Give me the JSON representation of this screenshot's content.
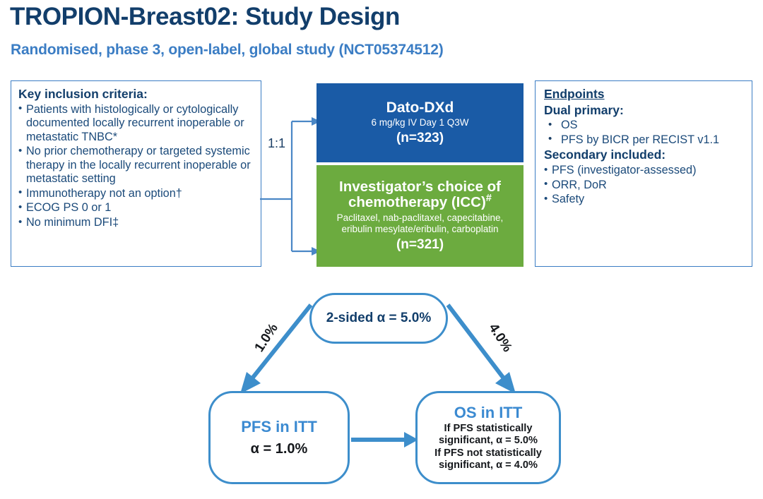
{
  "header": {
    "title": "TROPION-Breast02: Study Design",
    "subtitle": "Randomised, phase 3, open-label, global study (NCT05374512)"
  },
  "criteria": {
    "heading": "Key inclusion criteria:",
    "items": [
      "Patients with histologically or cytologically documented locally recurrent inoperable or metastatic TNBC*",
      "No prior chemotherapy or targeted systemic therapy in the locally recurrent inoperable or metastatic setting",
      "Immunotherapy not an option†",
      "ECOG PS 0 or 1",
      "No minimum DFI‡"
    ]
  },
  "randomisation": {
    "ratio": "1:1"
  },
  "arms": [
    {
      "name": "Dato-DXd",
      "dose": "6 mg/kg IV Day 1 Q3W",
      "n": "(n=323)",
      "color": "#1a5ba6"
    },
    {
      "name_line1": "Investigator’s choice of",
      "name_line2": "chemotherapy (ICC)",
      "name_sup": "#",
      "drugs_line1": "Paclitaxel, nab-paclitaxel, capecitabine,",
      "drugs_line2": "eribulin mesylate/eribulin, carboplatin",
      "n": "(n=321)",
      "color": "#6cab3f"
    }
  ],
  "endpoints": {
    "heading": "Endpoints",
    "primary_heading": "Dual primary:",
    "primary": [
      "OS",
      "PFS by BICR per RECIST v1.1"
    ],
    "secondary_heading": "Secondary included:",
    "secondary": [
      "PFS (investigator-assessed)",
      "ORR, DoR",
      "Safety"
    ]
  },
  "alpha_flow": {
    "root": "2-sided α = 5.0%",
    "left_branch_label": "1.0%",
    "right_branch_label": "4.0%",
    "pfs_node": {
      "heading": "PFS in ITT",
      "alpha": "α = 1.0%"
    },
    "os_node": {
      "heading": "OS in ITT",
      "detail_line1": "If PFS statistically",
      "detail_line2": "significant, α = 5.0%",
      "detail_line3": "If PFS not statistically",
      "detail_line4": "significant, α = 4.0%"
    }
  },
  "colors": {
    "title_navy": "#123e6b",
    "accent_blue": "#3b7dc4",
    "arm_blue": "#1a5ba6",
    "arm_green": "#6cab3f",
    "flow_blue": "#3d8ecb"
  }
}
